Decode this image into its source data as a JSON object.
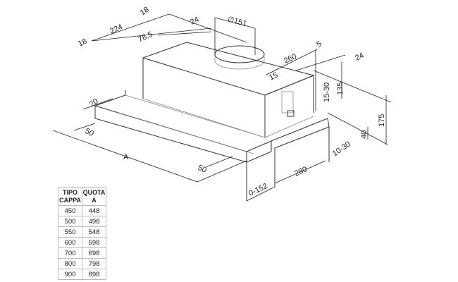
{
  "dimensions": {
    "top_18": "18",
    "top_224": "224",
    "left_18": "18",
    "top_24": "24",
    "top_78_5": "78.5",
    "diameter_151": "∅151",
    "right_5": "5",
    "right_260": "260",
    "right_24": "24",
    "right_15": "15",
    "h_15_30": "15-30",
    "h_135": "135",
    "h_175": "175",
    "h_40": "40",
    "d_10_30": "10-30",
    "d_280": "280",
    "d_0_152": "0-152",
    "front_50": "50",
    "width_A": "A",
    "left_50": "50",
    "left_20": "20"
  },
  "table": {
    "headers": [
      "TIPO CAPPA",
      "QUOTA A"
    ],
    "rows": [
      [
        "450",
        "448"
      ],
      [
        "500",
        "498"
      ],
      [
        "550",
        "548"
      ],
      [
        "600",
        "598"
      ],
      [
        "700",
        "698"
      ],
      [
        "800",
        "798"
      ],
      [
        "900",
        "898"
      ]
    ]
  }
}
